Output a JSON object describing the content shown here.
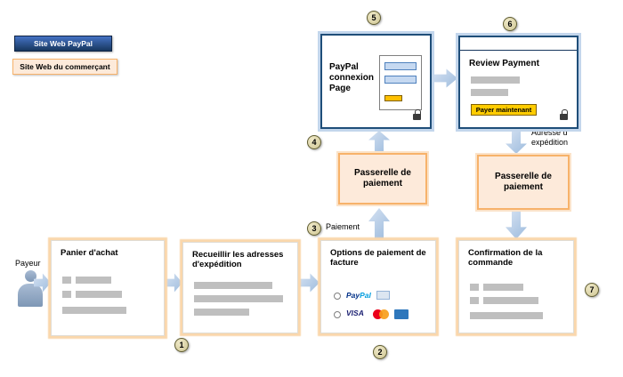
{
  "legend": {
    "paypal_label": "Site Web PayPal",
    "merchant_label": "Site Web du commerçant"
  },
  "actor": {
    "label": "Payeur"
  },
  "badges": {
    "n1": "1",
    "n2": "2",
    "n3": "3",
    "n4": "4",
    "n5": "5",
    "n6": "6",
    "n7": "7"
  },
  "annotations": {
    "paiement": "Paiement",
    "adresse_line1": "Adresse d'",
    "adresse_line2": "expédition"
  },
  "boxes": {
    "paypal_login": {
      "title": "PayPal connexion Page"
    },
    "review_payment": {
      "title": "Review Payment",
      "pay_button_label": "Payer maintenant"
    },
    "gateway_left": {
      "title": "Passerelle de paiement"
    },
    "gateway_right": {
      "title": "Passerelle de paiement"
    },
    "cart": {
      "title": "Panier d'achat"
    },
    "shipping": {
      "title": "Recueillir les adresses d'expédition"
    },
    "payment_options": {
      "title": "Options de paiement de facture",
      "paypal_wordmark_1": "Pay",
      "paypal_wordmark_2": "Pal",
      "visa_wordmark": "VISA"
    },
    "confirmation": {
      "title": "Confirmation de la commande"
    }
  },
  "colors": {
    "paypal_site_blue": "#17375e",
    "merchant_site_peach": "#fdeada",
    "arrow_blue": "#b8cce4",
    "button_yellow": "#ffcc00",
    "badge_khaki": "#d9d2a4"
  }
}
